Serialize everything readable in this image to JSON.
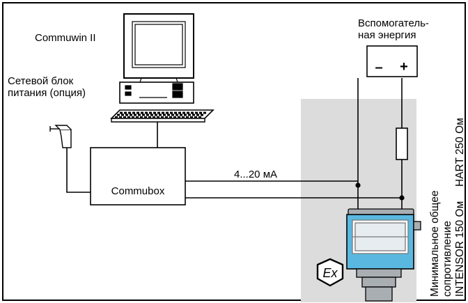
{
  "labels": {
    "software": "Commuwin II",
    "power_unit_line1": "Сетевой блок",
    "power_unit_line2": "питания (опция)",
    "aux_energy_line1": "Вспомогатель-",
    "aux_energy_line2": "ная энергия",
    "minus": "–",
    "plus": "+",
    "commubox": "Commubox",
    "current_signal": "4...20 мА",
    "resistance_line1": "Минимальное общее",
    "resistance_line2": "сопротивление",
    "resistance_line3_left": "INTENSOR 150 Ом",
    "resistance_line3_right": "HART 250 Ом",
    "ex_mark": "Ex"
  },
  "colors": {
    "hazard_zone": "#dcdcdc",
    "sensor_housing": "#5ab8e0",
    "sensor_metal": "#a9aeb3",
    "line": "#000000"
  }
}
